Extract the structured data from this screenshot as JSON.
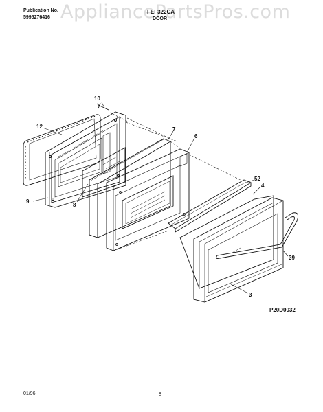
{
  "header": {
    "publication_label": "Publication No.",
    "publication_number": "5995276416",
    "model": "FEF322CA",
    "section": "DOOR"
  },
  "watermark": "AppliancePartsPros.com",
  "callouts": {
    "c10": "10",
    "c12": "12",
    "c9": "9",
    "c8": "8",
    "c7": "7",
    "c6": "6",
    "c52": "52",
    "c4": "4",
    "c39": "39",
    "c3": "3"
  },
  "figure_code": "P20D0032",
  "footer": {
    "date": "01/96",
    "page": "8"
  }
}
